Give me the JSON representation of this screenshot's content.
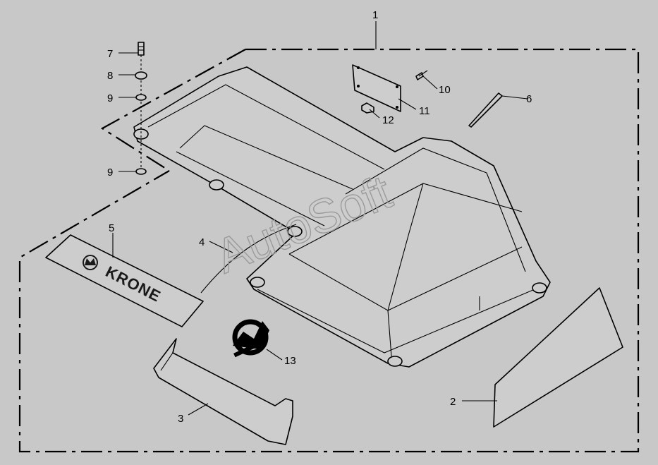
{
  "callouts": [
    {
      "label": "1"
    },
    {
      "label": "2"
    },
    {
      "label": "3"
    },
    {
      "label": "4"
    },
    {
      "label": "5"
    },
    {
      "label": "6"
    },
    {
      "label": "7"
    },
    {
      "label": "8"
    },
    {
      "label": "9"
    },
    {
      "label": "9"
    },
    {
      "label": "10"
    },
    {
      "label": "11"
    },
    {
      "label": "12"
    },
    {
      "label": "13"
    }
  ],
  "decal_text": "KRONE",
  "watermark": "AutoSoft",
  "colors": {
    "background": "#c8c8c8",
    "line": "#000000",
    "watermark": "#9a9a9a"
  }
}
